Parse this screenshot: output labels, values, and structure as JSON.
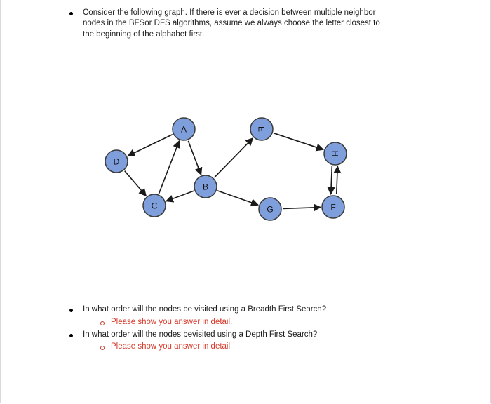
{
  "intro": {
    "line1": "Consider the following graph. If there is ever a decision between multiple neighbor",
    "line2": "nodes in the BFSor DFS algorithms, assume we always choose the letter closest to",
    "line3": "the beginning of the alphabet first."
  },
  "graph": {
    "node_color": "#7f9fdc",
    "node_stroke": "#3a3a3a",
    "edge_color": "#1a1a1a",
    "nodes": [
      "A",
      "B",
      "C",
      "D",
      "E",
      "F",
      "G",
      "H"
    ],
    "edges": [
      {
        "from": "A",
        "to": "D"
      },
      {
        "from": "D",
        "to": "C"
      },
      {
        "from": "C",
        "to": "A"
      },
      {
        "from": "A",
        "to": "B"
      },
      {
        "from": "B",
        "to": "C"
      },
      {
        "from": "B",
        "to": "E"
      },
      {
        "from": "E",
        "to": "H"
      },
      {
        "from": "B",
        "to": "G"
      },
      {
        "from": "G",
        "to": "F"
      },
      {
        "from": "H",
        "to": "F"
      },
      {
        "from": "F",
        "to": "H"
      }
    ]
  },
  "questions": {
    "q1": "In what order will the nodes be visited using a Breadth First Search?",
    "q1_sub": "Please show you answer in detail.",
    "q2": "In what order will the nodes bevisited using a Depth First Search?",
    "q2_sub": "Please show you answer in detail"
  }
}
